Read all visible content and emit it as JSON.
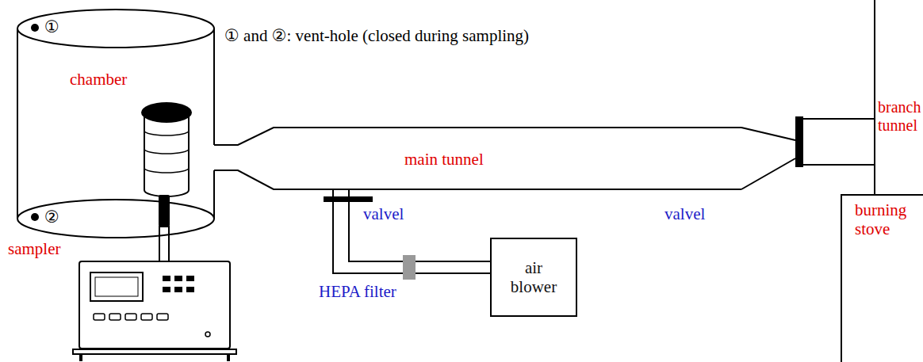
{
  "diagram": {
    "nodes": [
      {
        "text": [
          "chamber"
        ]
      },
      {
        "text": [
          "main tunnel"
        ]
      },
      {
        "text": [
          "branch tunnel"
        ]
      },
      {
        "text": [
          "burning stove"
        ]
      },
      {
        "text": [
          "air blower"
        ]
      }
    ],
    "edges": [
      {
        "from": 0,
        "to": 1,
        "arrow": "none"
      },
      {
        "from": 1,
        "to": 2,
        "arrow": "none"
      },
      {
        "from": 4,
        "to": 1,
        "arrow": "none"
      }
    ],
    "labels": [
      "①",
      "① and ②: vent-hole (closed during sampling)",
      "②",
      "sampler",
      "valvel",
      "valvel",
      "HEPA filter"
    ]
  }
}
